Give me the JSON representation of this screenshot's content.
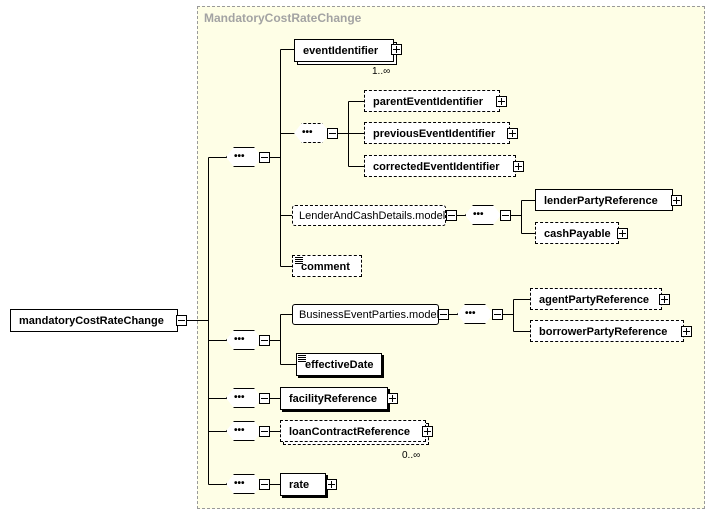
{
  "group": {
    "title": "MandatoryCostRateChange"
  },
  "root": {
    "label": "mandatoryCostRateChange"
  },
  "elements": {
    "event_identifier": "eventIdentifier",
    "parent_event_identifier": "parentEventIdentifier",
    "previous_event_identifier": "previousEventIdentifier",
    "corrected_event_identifier": "correctedEventIdentifier",
    "lender_and_cash_details_model": "LenderAndCashDetails.model",
    "lender_party_reference": "lenderPartyReference",
    "cash_payable": "cashPayable",
    "comment": "comment",
    "business_event_parties_model": "BusinessEventParties.model",
    "agent_party_reference": "agentPartyReference",
    "borrower_party_reference": "borrowerPartyReference",
    "effective_date": "effectiveDate",
    "facility_reference": "facilityReference",
    "loan_contract_reference": "loanContractReference",
    "rate": "rate"
  },
  "cardinalities": {
    "event_identifier": "1..∞",
    "loan_contract_reference": "0..∞"
  },
  "icons": {
    "sequence": "sequence-compositor-icon",
    "expand": "plus-icon",
    "collapse": "minus-icon",
    "documentation": "documentation-icon"
  },
  "colors": {
    "group_background": "#fefee6",
    "group_border": "#9a9a9a",
    "group_title": "#a3a3a3",
    "line": "#000000"
  }
}
